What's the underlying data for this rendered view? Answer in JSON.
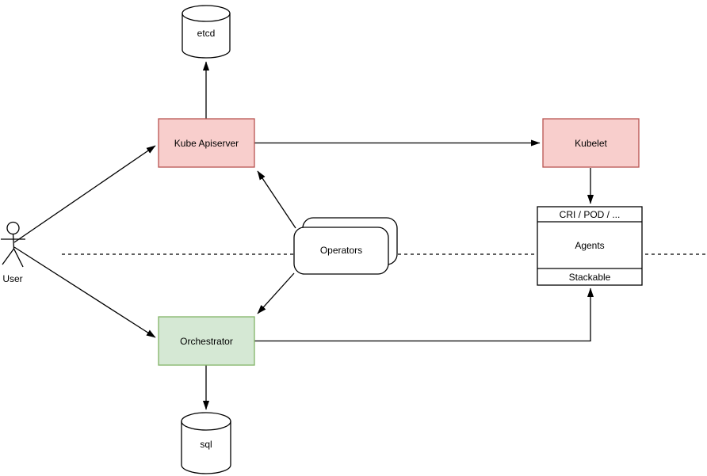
{
  "colors": {
    "background": "#ffffff",
    "red_fill": "#f8cecc",
    "red_stroke": "#b85450",
    "green_fill": "#d5e8d4",
    "green_stroke": "#82b366",
    "shape_fill": "#ffffff",
    "line": "#000000"
  },
  "actor": {
    "label": "User"
  },
  "nodes": {
    "etcd": {
      "label": "etcd",
      "shape": "cylinder"
    },
    "kube_apiserver": {
      "label": "Kube Apiserver"
    },
    "kubelet": {
      "label": "Kubelet"
    },
    "operators": {
      "label": "Operators",
      "shape": "stacked-rounded-rectangle"
    },
    "orchestrator": {
      "label": "Orchestrator"
    },
    "agents_stack": {
      "top": "CRI / POD / ...",
      "middle": "Agents",
      "bottom": "Stackable"
    },
    "sql": {
      "label": "sql",
      "shape": "cylinder"
    }
  },
  "edges": [
    {
      "from": "User",
      "to": "Kube Apiserver",
      "style": "arrow"
    },
    {
      "from": "User",
      "to": "Orchestrator",
      "style": "arrow"
    },
    {
      "from": "Kube Apiserver",
      "to": "etcd",
      "style": "arrow"
    },
    {
      "from": "Kube Apiserver",
      "to": "Kubelet",
      "style": "arrow"
    },
    {
      "from": "Kubelet",
      "to": "CRI / POD / ...",
      "style": "arrow"
    },
    {
      "from": "Operators",
      "to": "Kube Apiserver",
      "style": "arrow"
    },
    {
      "from": "Operators",
      "to": "Orchestrator",
      "style": "arrow"
    },
    {
      "from": "Orchestrator",
      "to": "sql",
      "style": "arrow"
    },
    {
      "from": "Orchestrator",
      "to": "Stackable",
      "style": "arrow-elbow"
    },
    {
      "type": "separator",
      "style": "dashed-horizontal-line"
    }
  ]
}
